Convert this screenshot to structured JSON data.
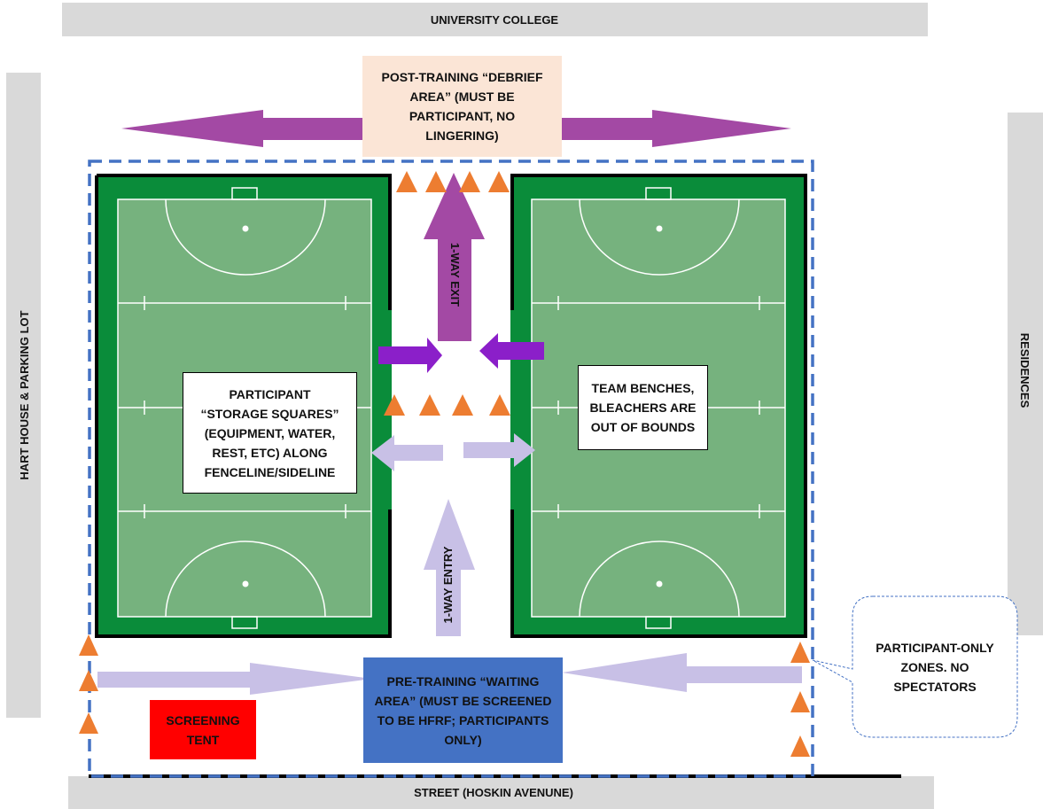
{
  "labels": {
    "north": "UNIVERSITY COLLEGE",
    "south": "STREET (HOSKIN AVENUNE)",
    "west": "HART HOUSE & PARKING LOT",
    "east": "RESIDENCES"
  },
  "arrows": {
    "exit": "1-WAY EXIT",
    "entry": "1-WAY ENTRY"
  },
  "boxes": {
    "debrief": "POST-TRAINING “DEBRIEF AREA” (MUST BE PARTICIPANT, NO LINGERING)",
    "storage": "PARTICIPANT “STORAGE SQUARES” (EQUIPMENT, WATER, REST, ETC) ALONG FENCELINE/SIDELINE",
    "benches": "TEAM BENCHES, BLEACHERS ARE OUT OF BOUNDS",
    "waiting": "PRE-TRAINING “WAITING AREA” (MUST BE SCREENED TO BE HFRF; PARTICIPANTS ONLY)",
    "screening": "SCREENING TENT",
    "callout": "PARTICIPANT-ONLY ZONES. NO SPECTATORS"
  },
  "colors": {
    "pitch_light": "#76b27e",
    "pitch_dark": "#0a8c3a",
    "purple": "#a349a4",
    "violet": "#8b1fc9",
    "lavender": "#c8c0e6",
    "cone": "#ed7d31",
    "waiting_blue": "#4472c4",
    "screening_red": "#ff0000",
    "debrief_peach": "#fbe5d6",
    "boundary_blue": "#4472c4",
    "grey_band": "#d9d9d9"
  }
}
